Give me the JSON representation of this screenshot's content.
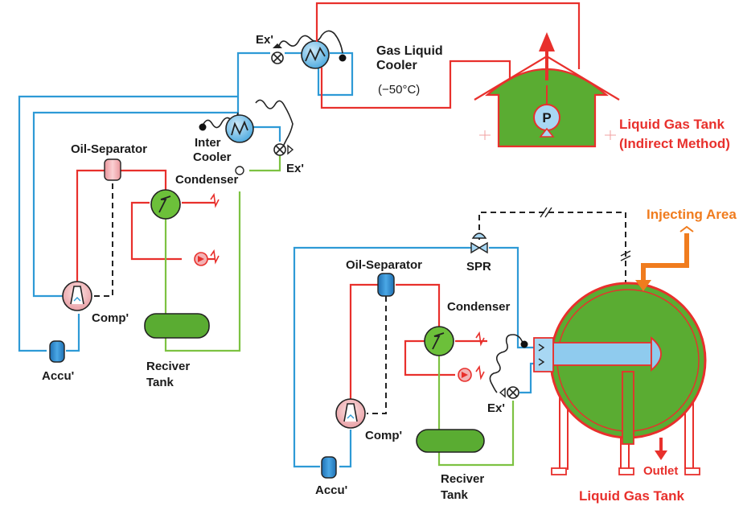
{
  "labels": {
    "ex_top": "Ex'",
    "gas_liquid_cooler_1": "Gas Liquid",
    "gas_liquid_cooler_2": "Cooler",
    "temperature": "(−50°C)",
    "pump": "P",
    "liquid_gas_tank_indirect_1": "Liquid Gas Tank",
    "liquid_gas_tank_indirect_2": "(Indirect Method)",
    "oil_separator_left": "Oil-Separator",
    "inter_cooler_1": "Inter",
    "inter_cooler_2": "Cooler",
    "ex_mid": "Ex'",
    "condenser_left": "Condenser",
    "comp_left": "Comp'",
    "accu_left": "Accu'",
    "receiver_left_1": "Reciver",
    "receiver_left_2": "Tank",
    "injecting_area": "Injecting Area",
    "spr": "SPR",
    "oil_separator_right": "Oil-Separator",
    "condenser_right": "Condenser",
    "ex_right": "Ex'",
    "comp_right": "Comp'",
    "accu_right": "Accu'",
    "receiver_right_1": "Reciver",
    "receiver_right_2": "Tank",
    "outlet": "Outlet",
    "liquid_gas_tank": "Liquid Gas Tank"
  },
  "colors": {
    "refrigerant_blue": "#2e9ad6",
    "hot_gas_red": "#e8302c",
    "liquid_green": "#7dc242",
    "tank_green": "#5aac32",
    "inject_orange": "#f07c1e",
    "label_red": "#e8302c"
  },
  "icons": [
    "heat-exchanger-icon",
    "expansion-valve-icon",
    "pump-icon",
    "compressor-icon",
    "accumulator-icon",
    "oil-separator-icon",
    "receiver-tank-icon",
    "fan-icon",
    "spr-valve-icon",
    "up-arrow-icon",
    "down-arrow-icon"
  ]
}
